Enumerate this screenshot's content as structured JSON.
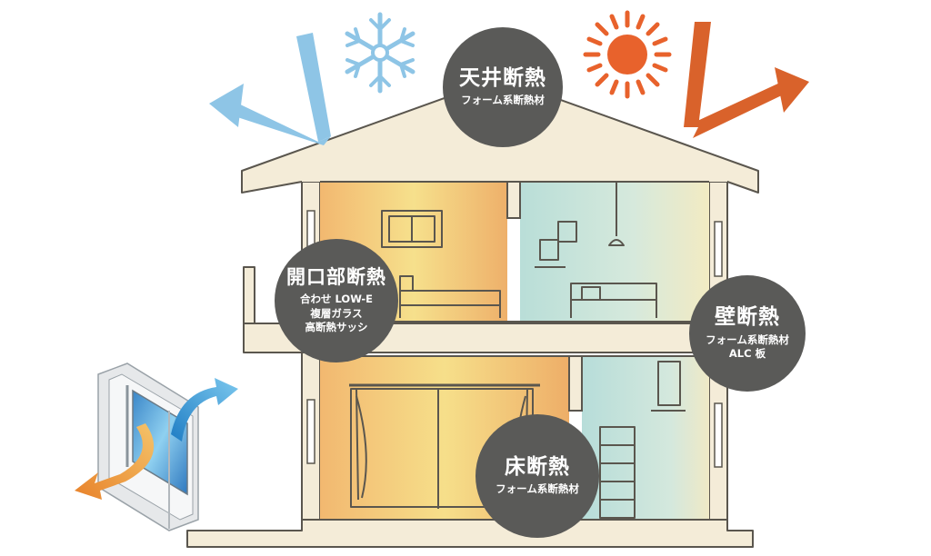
{
  "colors": {
    "wall": "#f4ecd8",
    "outline": "#5a564e",
    "badge": "#5a5a58",
    "cold_arrow": "#8ec5e6",
    "hot_arrow": "#d9622b",
    "sun": "#e8622c",
    "warm_room": "#f2c079",
    "cool_room": "#cfe6df"
  },
  "icons": [
    "snowflake-icon",
    "sun-icon",
    "cold-reflect-arrow-icon",
    "heat-reflect-arrow-icon",
    "window-sash-icon"
  ],
  "badges": {
    "ceiling": {
      "title": "天井断熱",
      "sub1": "フォーム系断熱材"
    },
    "opening": {
      "title": "開口部断熱",
      "sub1": "合わせ LOW-E",
      "sub2": "複層ガラス",
      "sub3": "高断熱サッシ"
    },
    "wall": {
      "title": "壁断熱",
      "sub1": "フォーム系断熱材",
      "sub2": "ALC 板"
    },
    "floor": {
      "title": "床断熱",
      "sub1": "フォーム系断熱材"
    }
  }
}
